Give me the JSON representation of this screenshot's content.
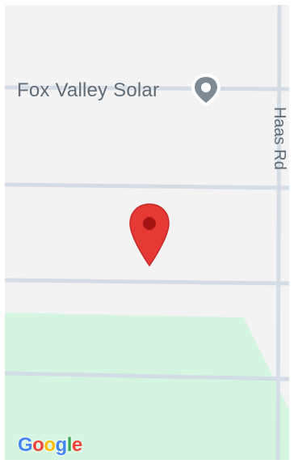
{
  "map": {
    "poi": {
      "label": "Fox Valley Solar",
      "icon": "place-pin-icon"
    },
    "road": {
      "label": "Haas Rd"
    },
    "marker": {
      "icon": "red-location-marker-icon",
      "color": "#e53935"
    },
    "logo": {
      "text": "Google",
      "letters": [
        "G",
        "o",
        "o",
        "g",
        "l",
        "e"
      ],
      "colors": [
        "#4285F4",
        "#EA4335",
        "#FBBC05",
        "#4285F4",
        "#34A853",
        "#EA4335"
      ]
    },
    "colors": {
      "land": "#f3f3f3",
      "road": "#d4dde6",
      "park": "#d6f5e1"
    }
  }
}
